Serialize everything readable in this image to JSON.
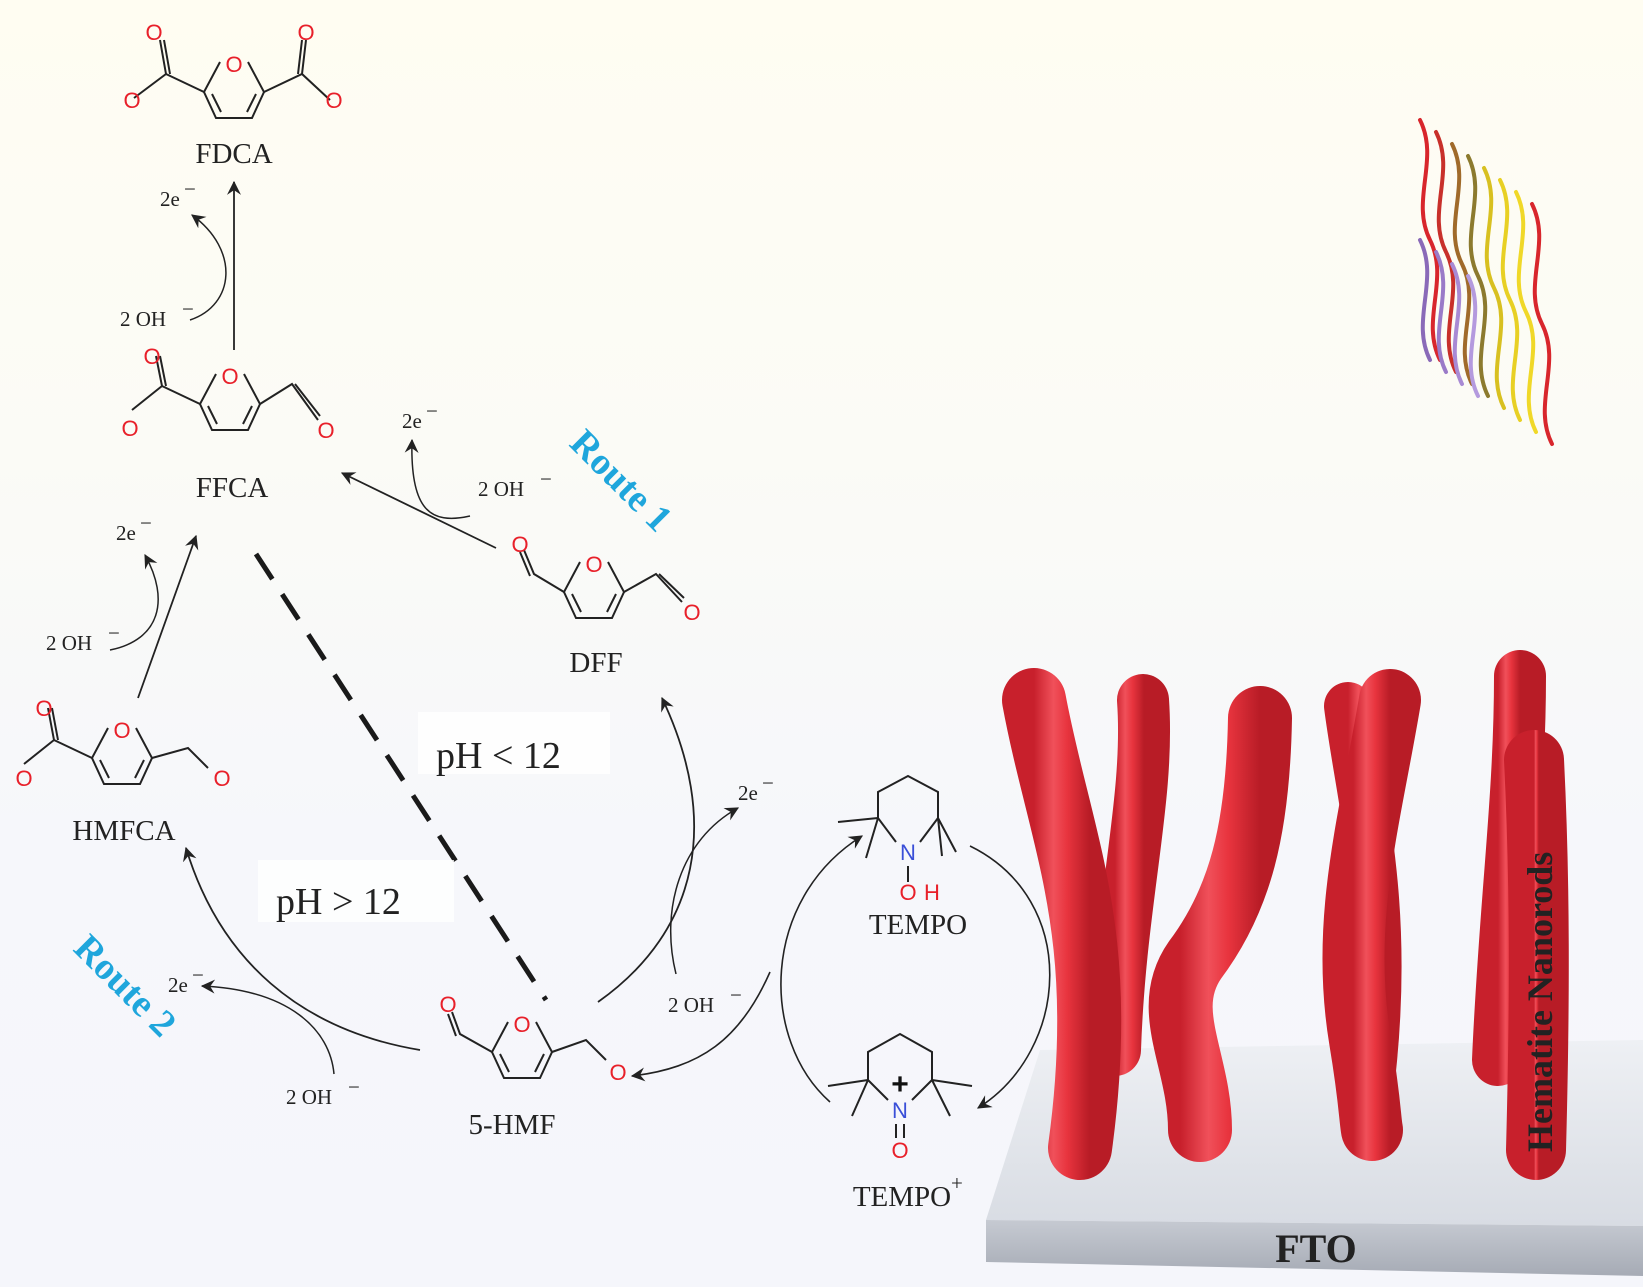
{
  "compounds": {
    "fdca": "FDCA",
    "ffca": "FFCA",
    "dff": "DFF",
    "hmfca": "HMFCA",
    "hmf": "5-HMF",
    "tempo": "TEMPO",
    "tempo_plus": "TEMPO",
    "tempo_plus_sup": "+"
  },
  "conditions": {
    "ph_low": "pH < 12",
    "ph_high": "pH > 12"
  },
  "routes": {
    "route1": "Route 1",
    "route2": "Route 2"
  },
  "reagents": {
    "hydroxide": "2 OH",
    "minus": "−",
    "electrons": "2e",
    "electron_sup": "−"
  },
  "atoms": {
    "oxygen": "O",
    "nitrogen": "N",
    "hydrogen": "H",
    "plus": "+"
  },
  "electrode": {
    "substrate": "FTO",
    "nanorods": "Hematite Nanorods"
  },
  "colors": {
    "oxygen": "#e8202a",
    "nitrogen": "#3a4fd8",
    "route": "#1fa6dc",
    "nanorod": "#e8343e",
    "bond": "#222222"
  }
}
